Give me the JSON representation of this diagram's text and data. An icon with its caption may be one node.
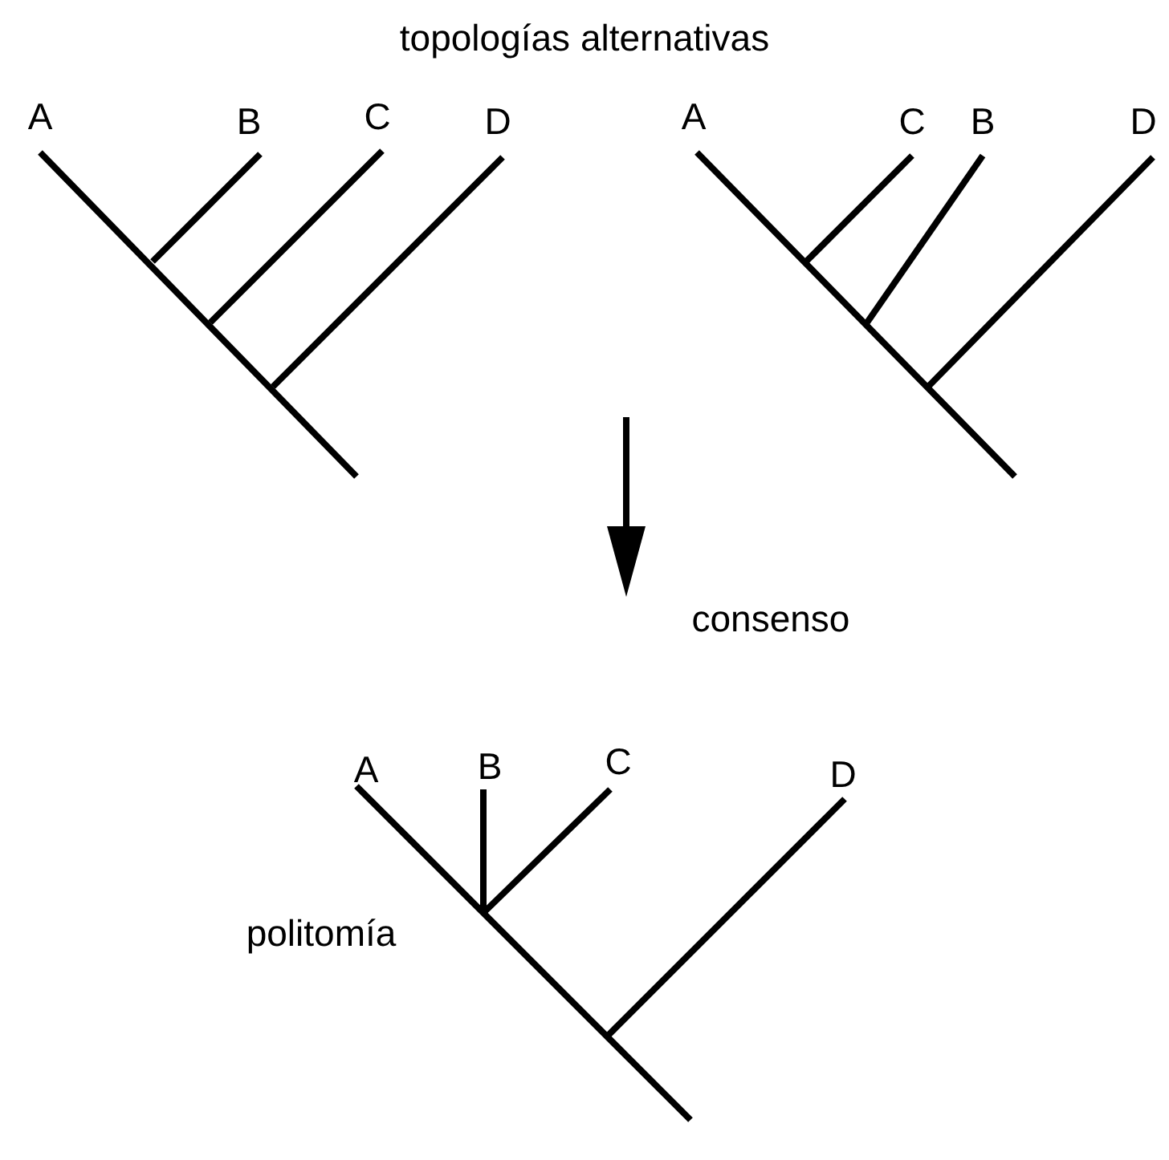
{
  "diagram": {
    "title": "topologías alternativas",
    "labels": [
      "A",
      "B",
      "C",
      "D",
      "A",
      "C",
      "B",
      "D",
      "consenso",
      "A",
      "B",
      "C",
      "D",
      "politomía"
    ]
  }
}
